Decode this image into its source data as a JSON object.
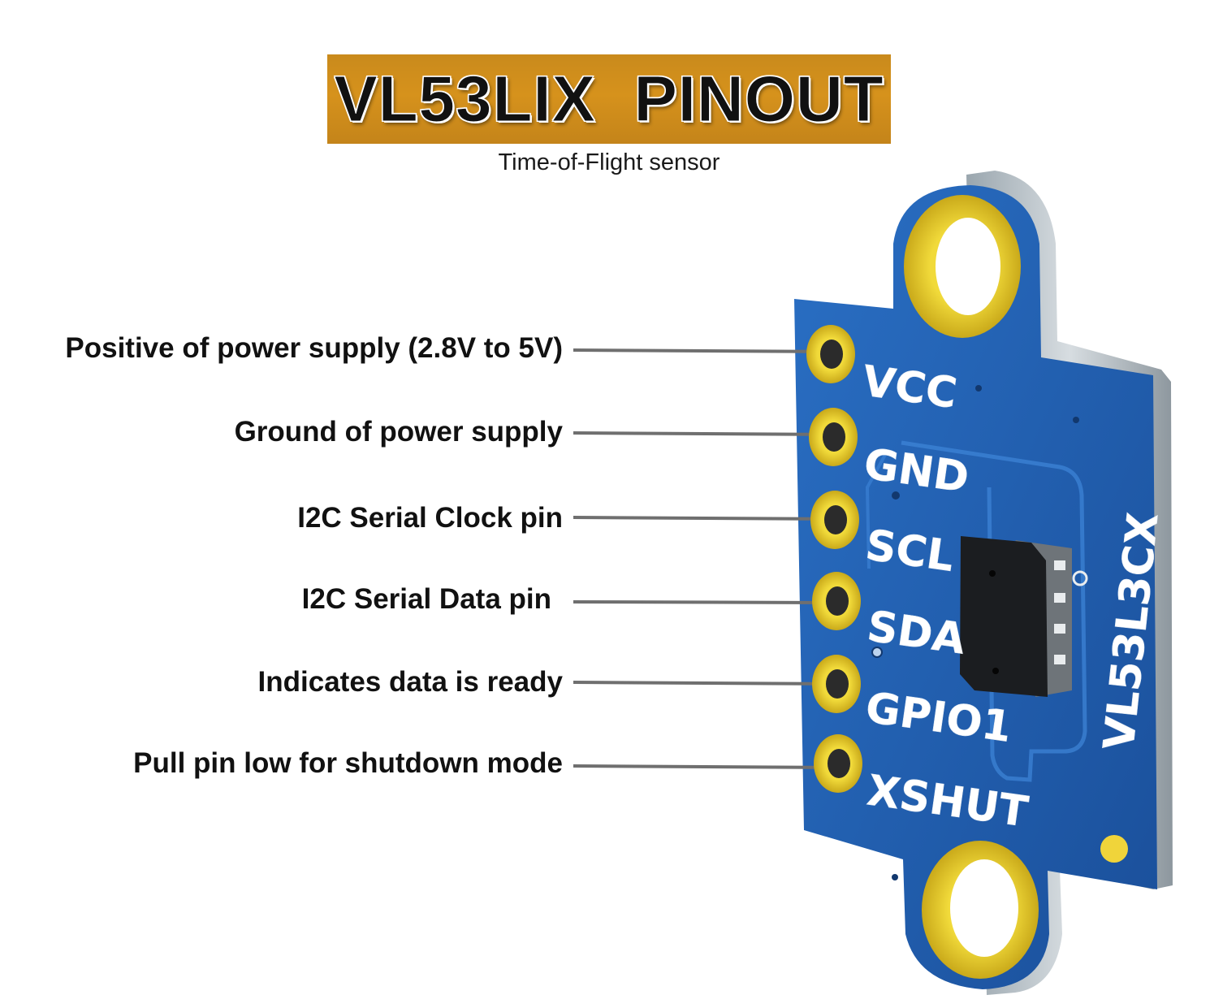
{
  "title": "VL53LIX  PINOUT",
  "subtitle": "Time-of-Flight sensor",
  "pins": [
    {
      "name": "VCC",
      "description": "Positive of power supply (2.8V to 5V)"
    },
    {
      "name": "GND",
      "description": "Ground of power supply"
    },
    {
      "name": "SCL",
      "description": "I2C Serial Clock pin"
    },
    {
      "name": "SDA",
      "description": "I2C Serial Data pin"
    },
    {
      "name": "GPIO1",
      "description": "Indicates data is ready"
    },
    {
      "name": "XSHUT",
      "description": "Pull pin low for shutdown mode"
    }
  ],
  "board_marking": "VL53L3CX",
  "colors": {
    "banner": "#d08e1c",
    "pcb": "#1f5fb5",
    "pad": "#e8cf2c",
    "leader_line": "#6f6f6f"
  }
}
